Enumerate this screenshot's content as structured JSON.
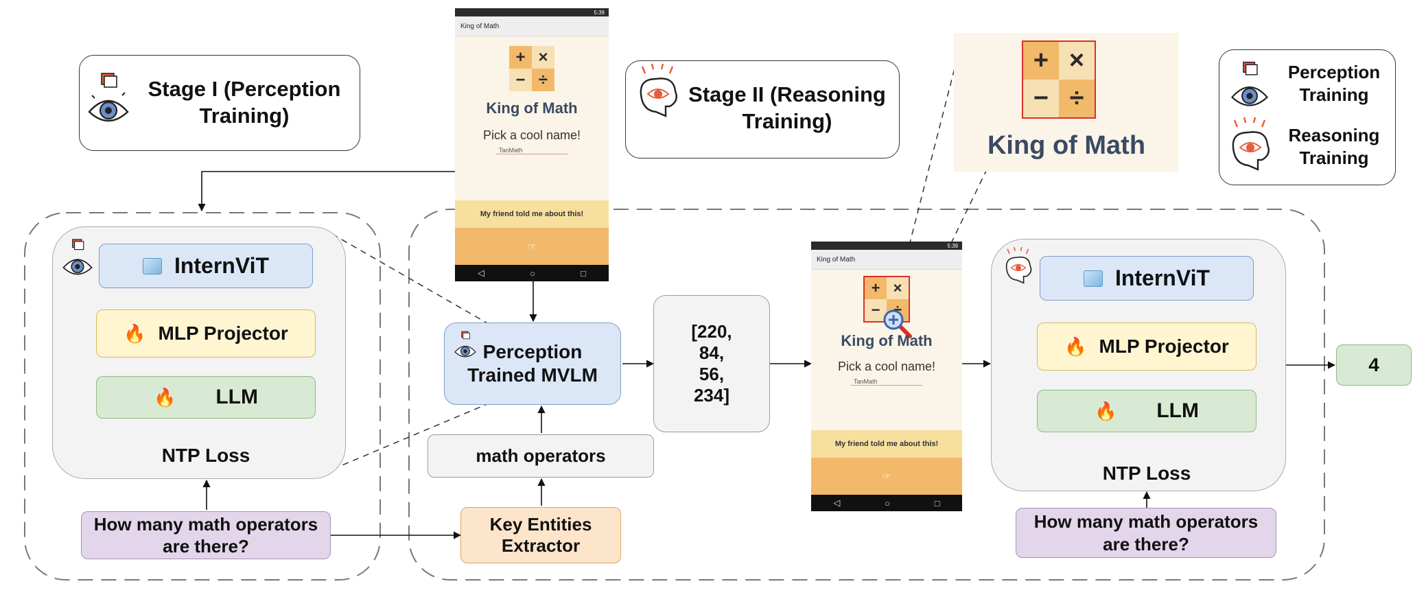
{
  "stage1": {
    "title": "Stage I (Perception\nTraining)"
  },
  "stage2": {
    "title": "Stage II (Reasoning\nTraining)"
  },
  "legend": {
    "perception": "Perception\nTraining",
    "reasoning": "Reasoning\nTraining"
  },
  "model1": {
    "encoder": "InternViT",
    "projector": "MLP Projector",
    "llm": "LLM",
    "loss": "NTP Loss"
  },
  "model2": {
    "encoder": "InternViT",
    "projector": "MLP Projector",
    "llm": "LLM",
    "loss": "NTP Loss"
  },
  "question1": "How many math operators\nare there?",
  "question2": "How many math operators\nare there?",
  "perception_model": "Perception\nTrained MVLM",
  "entity": "math operators",
  "extractor": "Key Entities\nExtractor",
  "bbox": "[220,\n84,\n56,\n234]",
  "answer": "4",
  "phone_main": {
    "status_time": "5:39",
    "appbar": "King of Math",
    "title": "King of Math",
    "subtitle": "Pick a cool name!",
    "input": "TanMath",
    "banner": "My friend told me about this!",
    "ops": [
      "+",
      "×",
      "−",
      "÷"
    ]
  },
  "phone_crop": {
    "status_time": "5:39",
    "appbar": "King of Math",
    "title": "King of Math",
    "subtitle": "Pick a cool name!",
    "input": "TanMath",
    "banner": "My friend told me about this!",
    "ops": [
      "+",
      "×",
      "−",
      "÷"
    ]
  },
  "zoom": {
    "title": "King of Math",
    "ops": [
      "+",
      "×",
      "−",
      "÷"
    ]
  },
  "colors": {
    "encoder": "#dbe7f7",
    "projector": "#fff5d1",
    "llm": "#d8ead3",
    "question": "#e3d6ea",
    "extractor": "#fde5cb",
    "accent_orange": "#f2b96a"
  }
}
